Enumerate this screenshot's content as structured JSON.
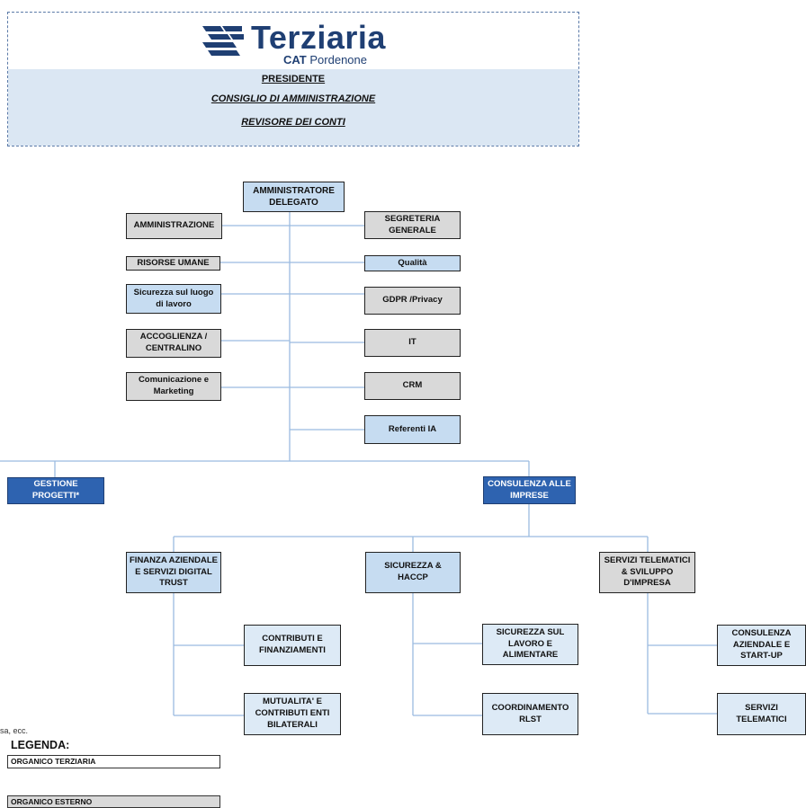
{
  "header": {
    "logo_text": "Terziaria",
    "logo_sub_bold": "CAT",
    "logo_sub_rest": "Pordenone",
    "president": "PRESIDENTE",
    "board": "CONSIGLIO DI AMMINISTRAZIONE",
    "auditor": "REVISORE DEI CONTI"
  },
  "top": {
    "ceo": "AMMINISTRATORE DELEGATO"
  },
  "staff_left": [
    "AMMINISTRAZIONE",
    "RISORSE UMANE",
    "Sicurezza sul luogo di lavoro",
    "ACCOGLIENZA / CENTRALINO",
    "Comunicazione e Marketing"
  ],
  "staff_right": [
    "SEGRETERIA GENERALE",
    "Qualità",
    "GDPR /Privacy",
    "IT",
    "CRM",
    "Referenti IA"
  ],
  "divisions": {
    "projects": "GESTIONE PROGETTI*",
    "consulting": "CONSULENZA ALLE IMPRESE"
  },
  "areas": {
    "finance": "FINANZA AZIENDALE E SERVIZI DIGITAL TRUST",
    "safety": "SICUREZZA & HACCP",
    "telematics": "SERVIZI TELEMATICI & SVILUPPO D'IMPRESA"
  },
  "sub": {
    "contributions": "CONTRIBUTI E FINANZIAMENTI",
    "mutuality": "MUTUALITA' E CONTRIBUTI ENTI BILATERALI",
    "work_safety": "SICUREZZA SUL LAVORO E ALIMENTARE",
    "rlst": "COORDINAMENTO RLST",
    "startup": "CONSULENZA AZIENDALE E START-UP",
    "telematic_services": "SERVIZI TELEMATICI"
  },
  "footnote": "sa, ecc.",
  "legend": {
    "title": "LEGENDA:",
    "internal": "ORGANICO TERZIARIA",
    "external": "ORGANICO ESTERNO"
  },
  "colors": {
    "gray_box": "#d9d9d9",
    "light_blue_box": "#c6dcf1",
    "pale_blue_box": "#ddeaf6",
    "dark_blue_box": "#2e63b0",
    "connector": "#9bbbe0"
  }
}
